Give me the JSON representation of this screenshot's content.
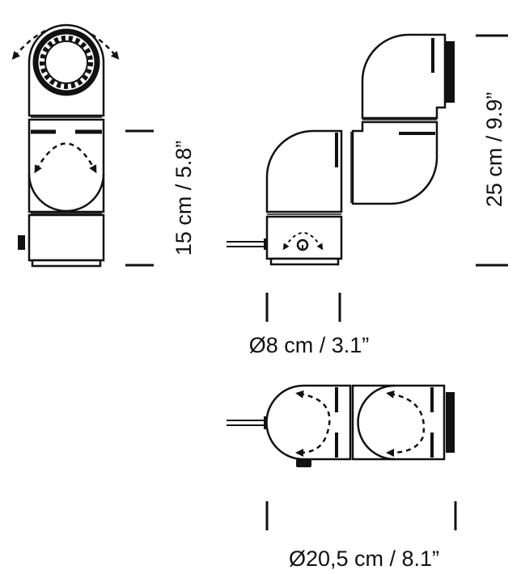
{
  "dimensions": {
    "side_height": "15 cm / 5.8”",
    "total_height": "25 cm / 9.9”",
    "base_diameter": "Ø8 cm / 3.1”",
    "total_width": "Ø20,5 cm / 8.1”"
  },
  "colors": {
    "line": "#111111",
    "fill": "#ffffff"
  }
}
